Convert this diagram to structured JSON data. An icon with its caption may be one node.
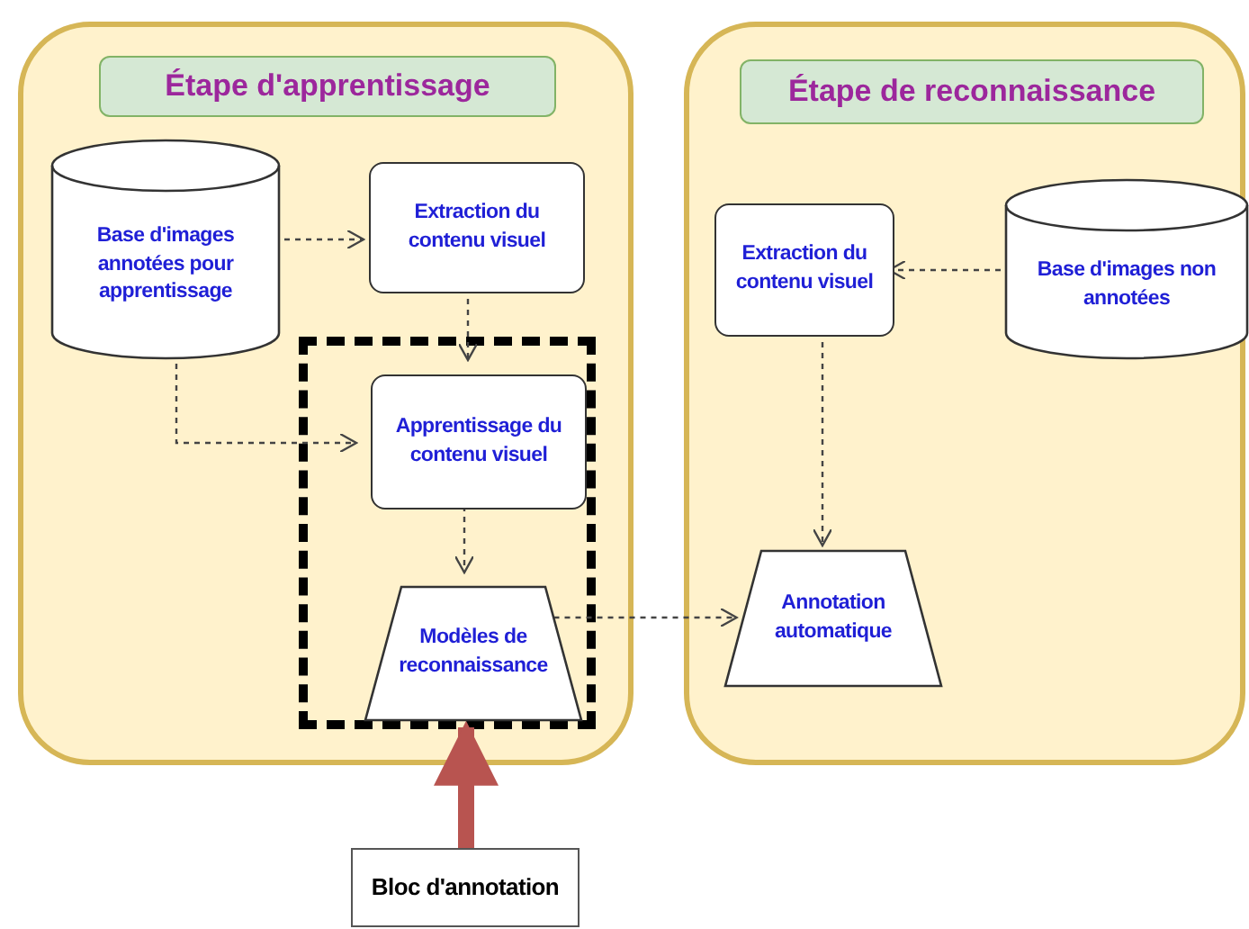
{
  "diagram": {
    "nodes": [
      {
        "text": [
          "Étape d'apprentissage"
        ]
      },
      {
        "text": [
          "Base d'images annotées pour apprentissage"
        ],
        "in": 0
      },
      {
        "text": [
          "Extraction du contenu visuel"
        ],
        "in": 0
      },
      {
        "text": [],
        "shape": "box",
        "in": 0
      },
      {
        "text": [
          "Apprentissage du contenu visuel"
        ],
        "in": 3
      },
      {
        "text": [
          "Modèles de reconnaissance"
        ],
        "in": 3
      },
      {
        "text": [
          "Étape de reconnaissance"
        ]
      },
      {
        "text": [
          "Extraction du contenu visuel"
        ],
        "in": 6
      },
      {
        "text": [
          "Base d'images non annotées"
        ],
        "in": 6
      },
      {
        "text": [
          "Annotation automatique"
        ],
        "in": 6
      },
      {
        "text": [
          "Bloc d'annotation"
        ]
      }
    ],
    "edges": [
      {
        "from": 1,
        "to": 2,
        "arrow": "to",
        "style": "dashed"
      },
      {
        "from": 2,
        "to": 4,
        "arrow": "to",
        "style": "dashed"
      },
      {
        "from": 1,
        "to": 4,
        "arrow": "to",
        "style": "dashed"
      },
      {
        "from": 4,
        "to": 5,
        "arrow": "to",
        "style": "dashed"
      },
      {
        "from": 5,
        "to": 9,
        "arrow": "to",
        "style": "dashed"
      },
      {
        "from": 8,
        "to": 7,
        "arrow": "to",
        "style": "dashed"
      },
      {
        "from": 7,
        "to": 9,
        "arrow": "to",
        "style": "dashed"
      },
      {
        "from": 10,
        "to": 3,
        "arrow": "to",
        "style": "thick",
        "color": "#b85450"
      }
    ]
  }
}
